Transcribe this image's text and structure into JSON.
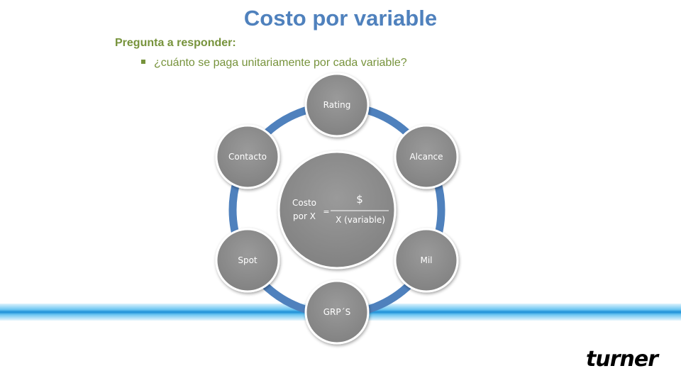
{
  "slide": {
    "title": "Costo por variable",
    "question_heading": "Pregunta a responder:",
    "bullet": "¿cuánto se paga unitariamente por cada variable?"
  },
  "cycle": {
    "center": {
      "left_line1": "Costo",
      "left_line2": "por X",
      "equals": "=",
      "numerator": "$",
      "denominator": "X (variable)"
    },
    "nodes": [
      {
        "label": "Rating"
      },
      {
        "label": "Alcance"
      },
      {
        "label": "Mil"
      },
      {
        "label": "GRP´S"
      },
      {
        "label": "Spot"
      },
      {
        "label": "Contacto"
      }
    ]
  },
  "logo": {
    "text": "turner"
  },
  "colors": {
    "title": "#4f81bd",
    "subtitle": "#77933c",
    "node_fill": "#8c8c8c",
    "ring": "#4f81bd",
    "band": "#3aa0e0"
  }
}
